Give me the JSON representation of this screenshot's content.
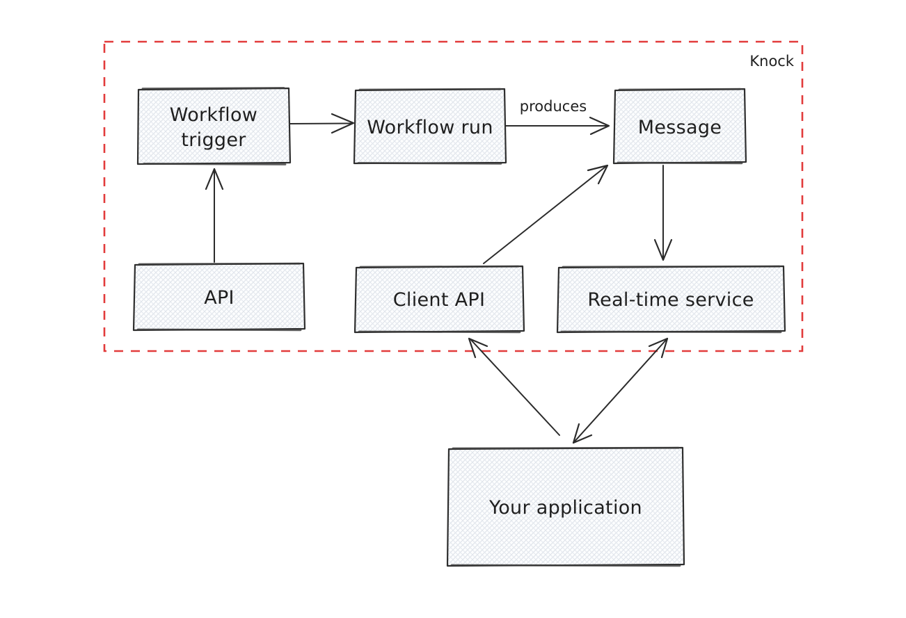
{
  "boundary": {
    "label": "Knock"
  },
  "nodes": {
    "workflow_trigger": {
      "lines": [
        "Workflow",
        "trigger"
      ]
    },
    "workflow_run": {
      "label": "Workflow run"
    },
    "message": {
      "label": "Message"
    },
    "api": {
      "label": "API"
    },
    "client_api": {
      "label": "Client API"
    },
    "realtime_service": {
      "label": "Real-time service"
    },
    "your_application": {
      "label": "Your application"
    }
  },
  "edges": {
    "trigger_to_run": {
      "from": "Workflow trigger",
      "to": "Workflow run",
      "label": "",
      "direction": "one-way"
    },
    "run_to_message": {
      "from": "Workflow run",
      "to": "Message",
      "label": "produces",
      "direction": "one-way"
    },
    "api_to_trigger": {
      "from": "API",
      "to": "Workflow trigger",
      "label": "",
      "direction": "one-way"
    },
    "client_api_to_message": {
      "from": "Client API",
      "to": "Message",
      "label": "",
      "direction": "one-way"
    },
    "message_to_realtime": {
      "from": "Message",
      "to": "Real-time service",
      "label": "",
      "direction": "one-way"
    },
    "application_to_client_api": {
      "from": "Your application",
      "to": "Client API",
      "label": "",
      "direction": "one-way"
    },
    "application_and_realtime": {
      "from": "Your application",
      "to": "Real-time service",
      "label": "",
      "direction": "two-way"
    }
  },
  "colors": {
    "boundary_red": "#e23b3b",
    "node_stroke": "#2e2e2e",
    "node_hatch": "#dde2e9",
    "text": "#1f1f1f",
    "background": "#ffffff"
  }
}
